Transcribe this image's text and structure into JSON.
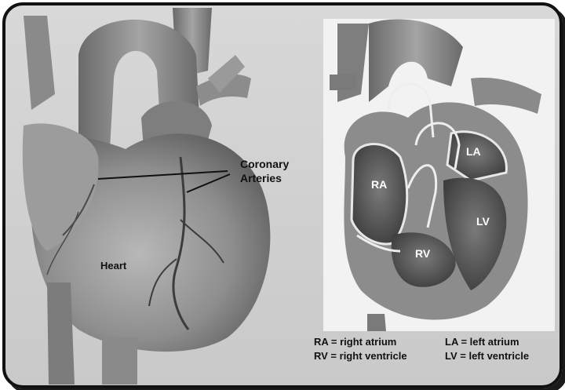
{
  "left_panel": {
    "coronary_label_line1": "Coronary",
    "coronary_label_line2": "Arteries",
    "heart_label": "Heart"
  },
  "right_panel": {
    "chamber_labels": {
      "ra": "RA",
      "la": "LA",
      "rv": "RV",
      "lv": "LV"
    },
    "legend": {
      "row1_left": "RA = right atrium",
      "row1_right": "LA = left atrium",
      "row2_left": "RV = right ventricle",
      "row2_right": "LV = left ventricle"
    }
  }
}
